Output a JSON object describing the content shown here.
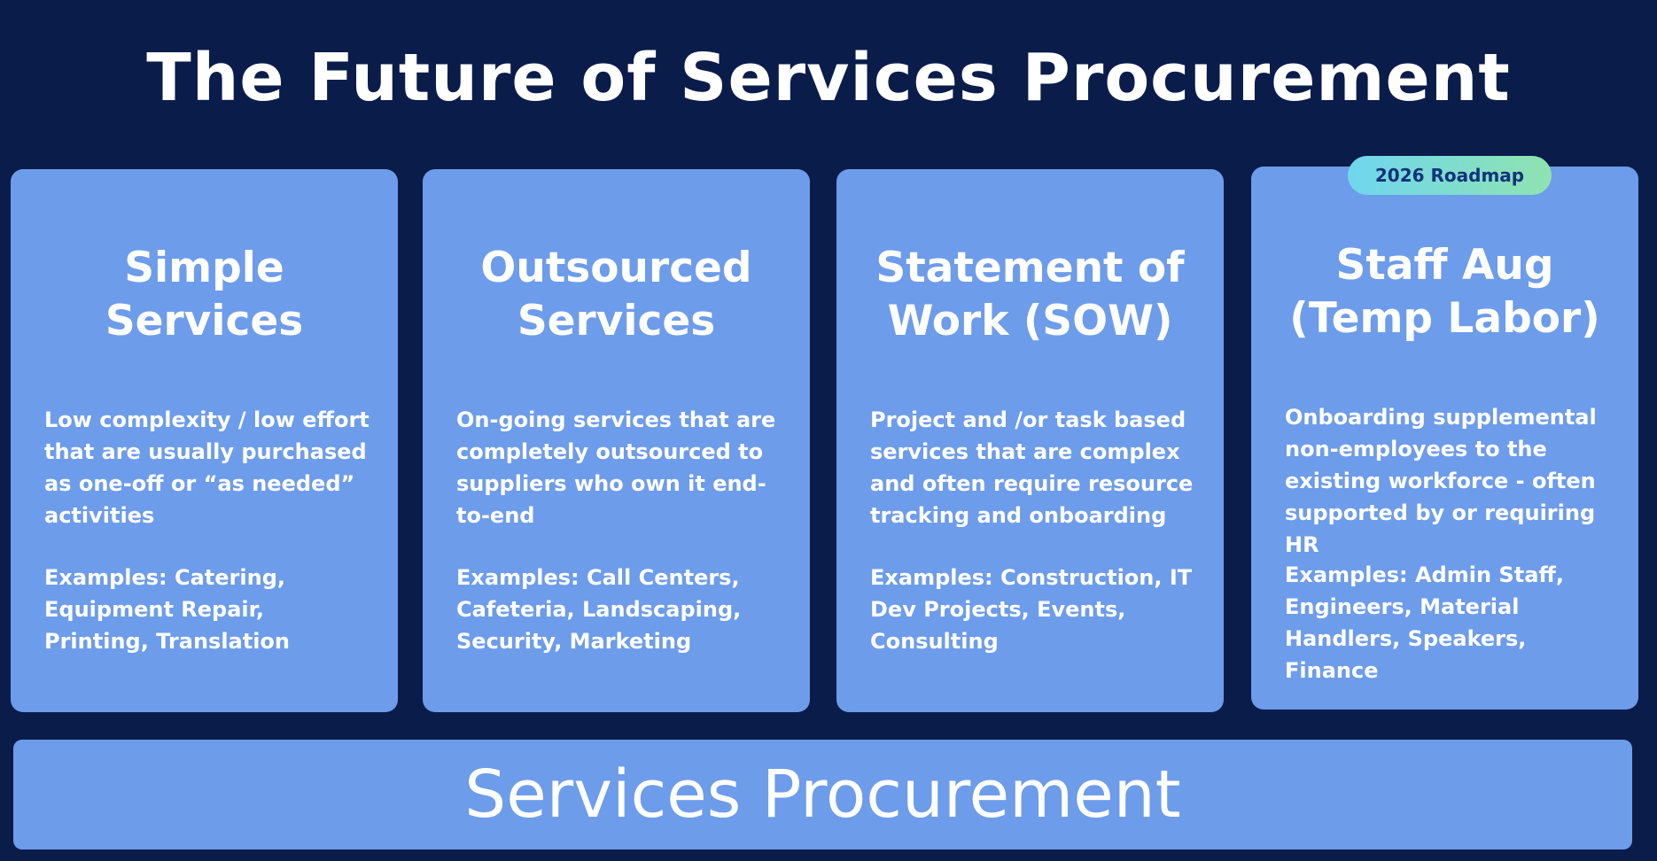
{
  "title": "The Future of Services Procurement",
  "cards": [
    {
      "title": "Simple\nServices",
      "description": "Low complexity / low effort that are usually purchased as one-off or “as needed” activities",
      "examples": "Examples: Catering, Equipment Repair, Printing, Translation"
    },
    {
      "title": "Outsourced\nServices",
      "description": "On-going services that are completely outsourced to suppliers who own it end-to-end",
      "examples": "Examples: Call Centers, Cafeteria, Landscaping, Security, Marketing"
    },
    {
      "title": "Statement of\nWork (SOW)",
      "description": "Project and /or task based services that are complex and often require resource tracking and onboarding",
      "examples": "Examples: Construction, IT Dev Projects, Events, Consulting"
    },
    {
      "title": "Staff Aug\n(Temp Labor)",
      "description": "Onboarding supplemental non-employees to the existing workforce - often supported by or requiring HR",
      "examples": "Examples: Admin Staff, Engineers, Material Handlers, Speakers, Finance"
    }
  ],
  "badge": "2026 Roadmap",
  "base_label": "Services Procurement",
  "colors": {
    "background": "#0a1c4a",
    "card": "#6d9cea",
    "badge_start": "#6fd6ee",
    "badge_end": "#8fe3b0",
    "badge_text": "#13337a"
  }
}
